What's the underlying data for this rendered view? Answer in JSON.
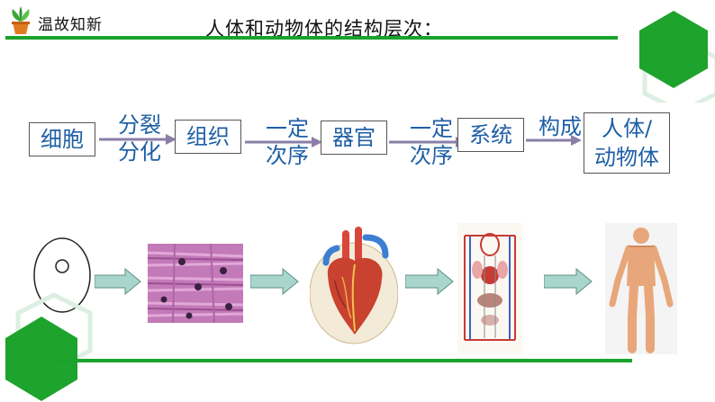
{
  "header": {
    "label": "温故知新"
  },
  "title": "人体和动物体的结构层次：",
  "flow": {
    "boxes": [
      "细胞",
      "组织",
      "器官",
      "系统",
      "人体/",
      "动物体"
    ],
    "labels": [
      {
        "line1": "分裂",
        "line2": "分化"
      },
      {
        "line1": "一定",
        "line2": "次序"
      },
      {
        "line1": "一定",
        "line2": "次序"
      },
      {
        "line1": "构成",
        "line2": ""
      }
    ]
  },
  "colors": {
    "accent_green": "#1aa32a",
    "text_blue": "#1f5fa6",
    "arrow_fill": "#a8d5cc"
  },
  "images": [
    "cell-diagram",
    "muscle-tissue-image",
    "heart-image",
    "circulatory-system-image",
    "human-body-image"
  ]
}
